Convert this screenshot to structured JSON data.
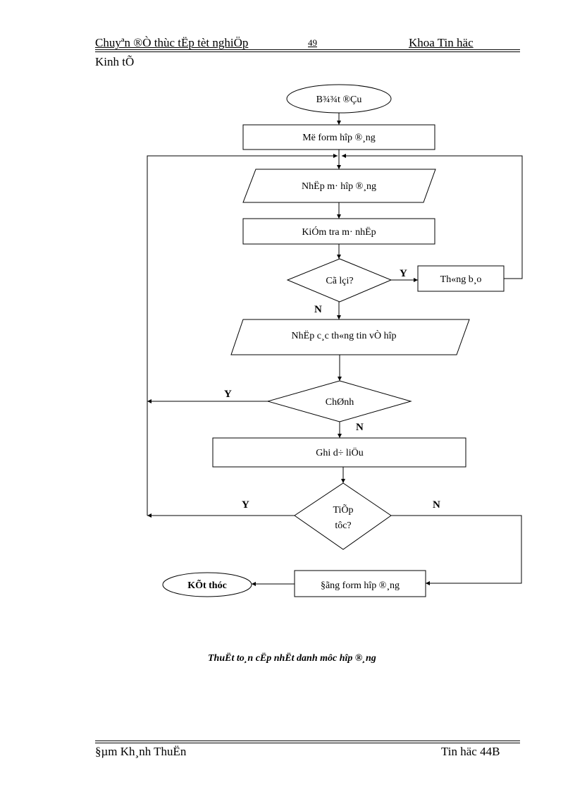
{
  "header": {
    "title_left": "Chuyªn  ®Ò thùc tËp tèt nghiÖp",
    "page_number": "49",
    "title_right": "Khoa Tin häc",
    "subtitle": "Kinh tÕ"
  },
  "flowchart": {
    "start": "B¾¾t ®Çu",
    "open_form": "Më form hîp ®¸ng",
    "input_code": "NhËp  m· hîp ®¸ng",
    "check_code": "KiÓm tra m· nhËp",
    "has_error": "Cã lçi?",
    "notify": "Th«ng b¸o",
    "input_info": "NhËp c¸c th«ng tin vÒ hîp",
    "edit": "ChØnh",
    "save": "Ghi d÷ liÖu",
    "continue_line1": "TiÕp",
    "continue_line2": "tôc?",
    "close_form": "§ãng form hîp ®¸ng",
    "end": "KÕt thóc",
    "label_yes": "Y",
    "label_no": "N"
  },
  "caption": "ThuËt to¸n cËp nhËt danh môc hîp ®¸ng",
  "footer": {
    "author": "§µm Kh¸nh ThuËn",
    "class": "Tin häc 44B"
  }
}
